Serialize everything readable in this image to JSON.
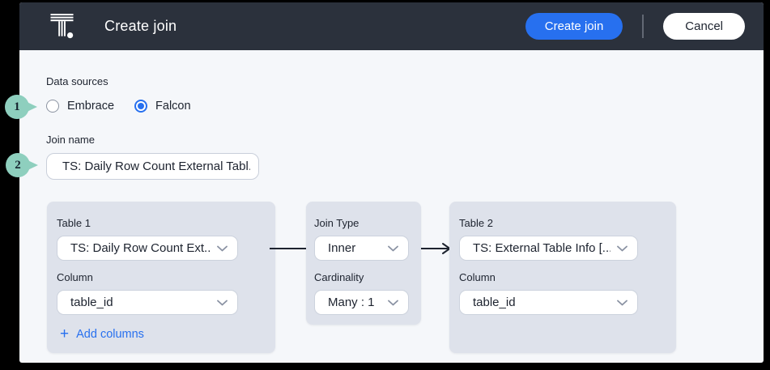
{
  "header": {
    "title": "Create join",
    "create_button_label": "Create join",
    "cancel_button_label": "Cancel"
  },
  "callouts": [
    {
      "number": "1"
    },
    {
      "number": "2"
    }
  ],
  "form": {
    "data_sources_label": "Data sources",
    "radio_options": [
      {
        "label": "Embrace",
        "selected": false
      },
      {
        "label": "Falcon",
        "selected": true
      }
    ],
    "join_name_label": "Join name",
    "join_name_value": "TS: Daily Row Count External Tabl..."
  },
  "join_canvas": {
    "table1": {
      "label": "Table 1",
      "table_value": "TS: Daily Row Count Ext...",
      "column_label": "Column",
      "column_value": "table_id",
      "add_columns_label": "Add columns"
    },
    "join": {
      "join_type_label": "Join Type",
      "join_type_value": "Inner",
      "cardinality_label": "Cardinality",
      "cardinality_value": "Many : 1"
    },
    "table2": {
      "label": "Table 2",
      "table_value": "TS: External Table Info [...",
      "column_label": "Column",
      "column_value": "table_id"
    }
  },
  "icons": {
    "logo": "thoughtspot-logo",
    "dropdown_chevron": "chevron-down-icon",
    "plus": "+",
    "connector": "arrow-right"
  },
  "colors": {
    "header_bg": "#2b313c",
    "accent_blue": "#2770ef",
    "body_bg": "#f5f7fa",
    "panel_bg": "#dee2eb",
    "badge_green": "#8ecfbe",
    "text_dark": "#1d232f"
  }
}
